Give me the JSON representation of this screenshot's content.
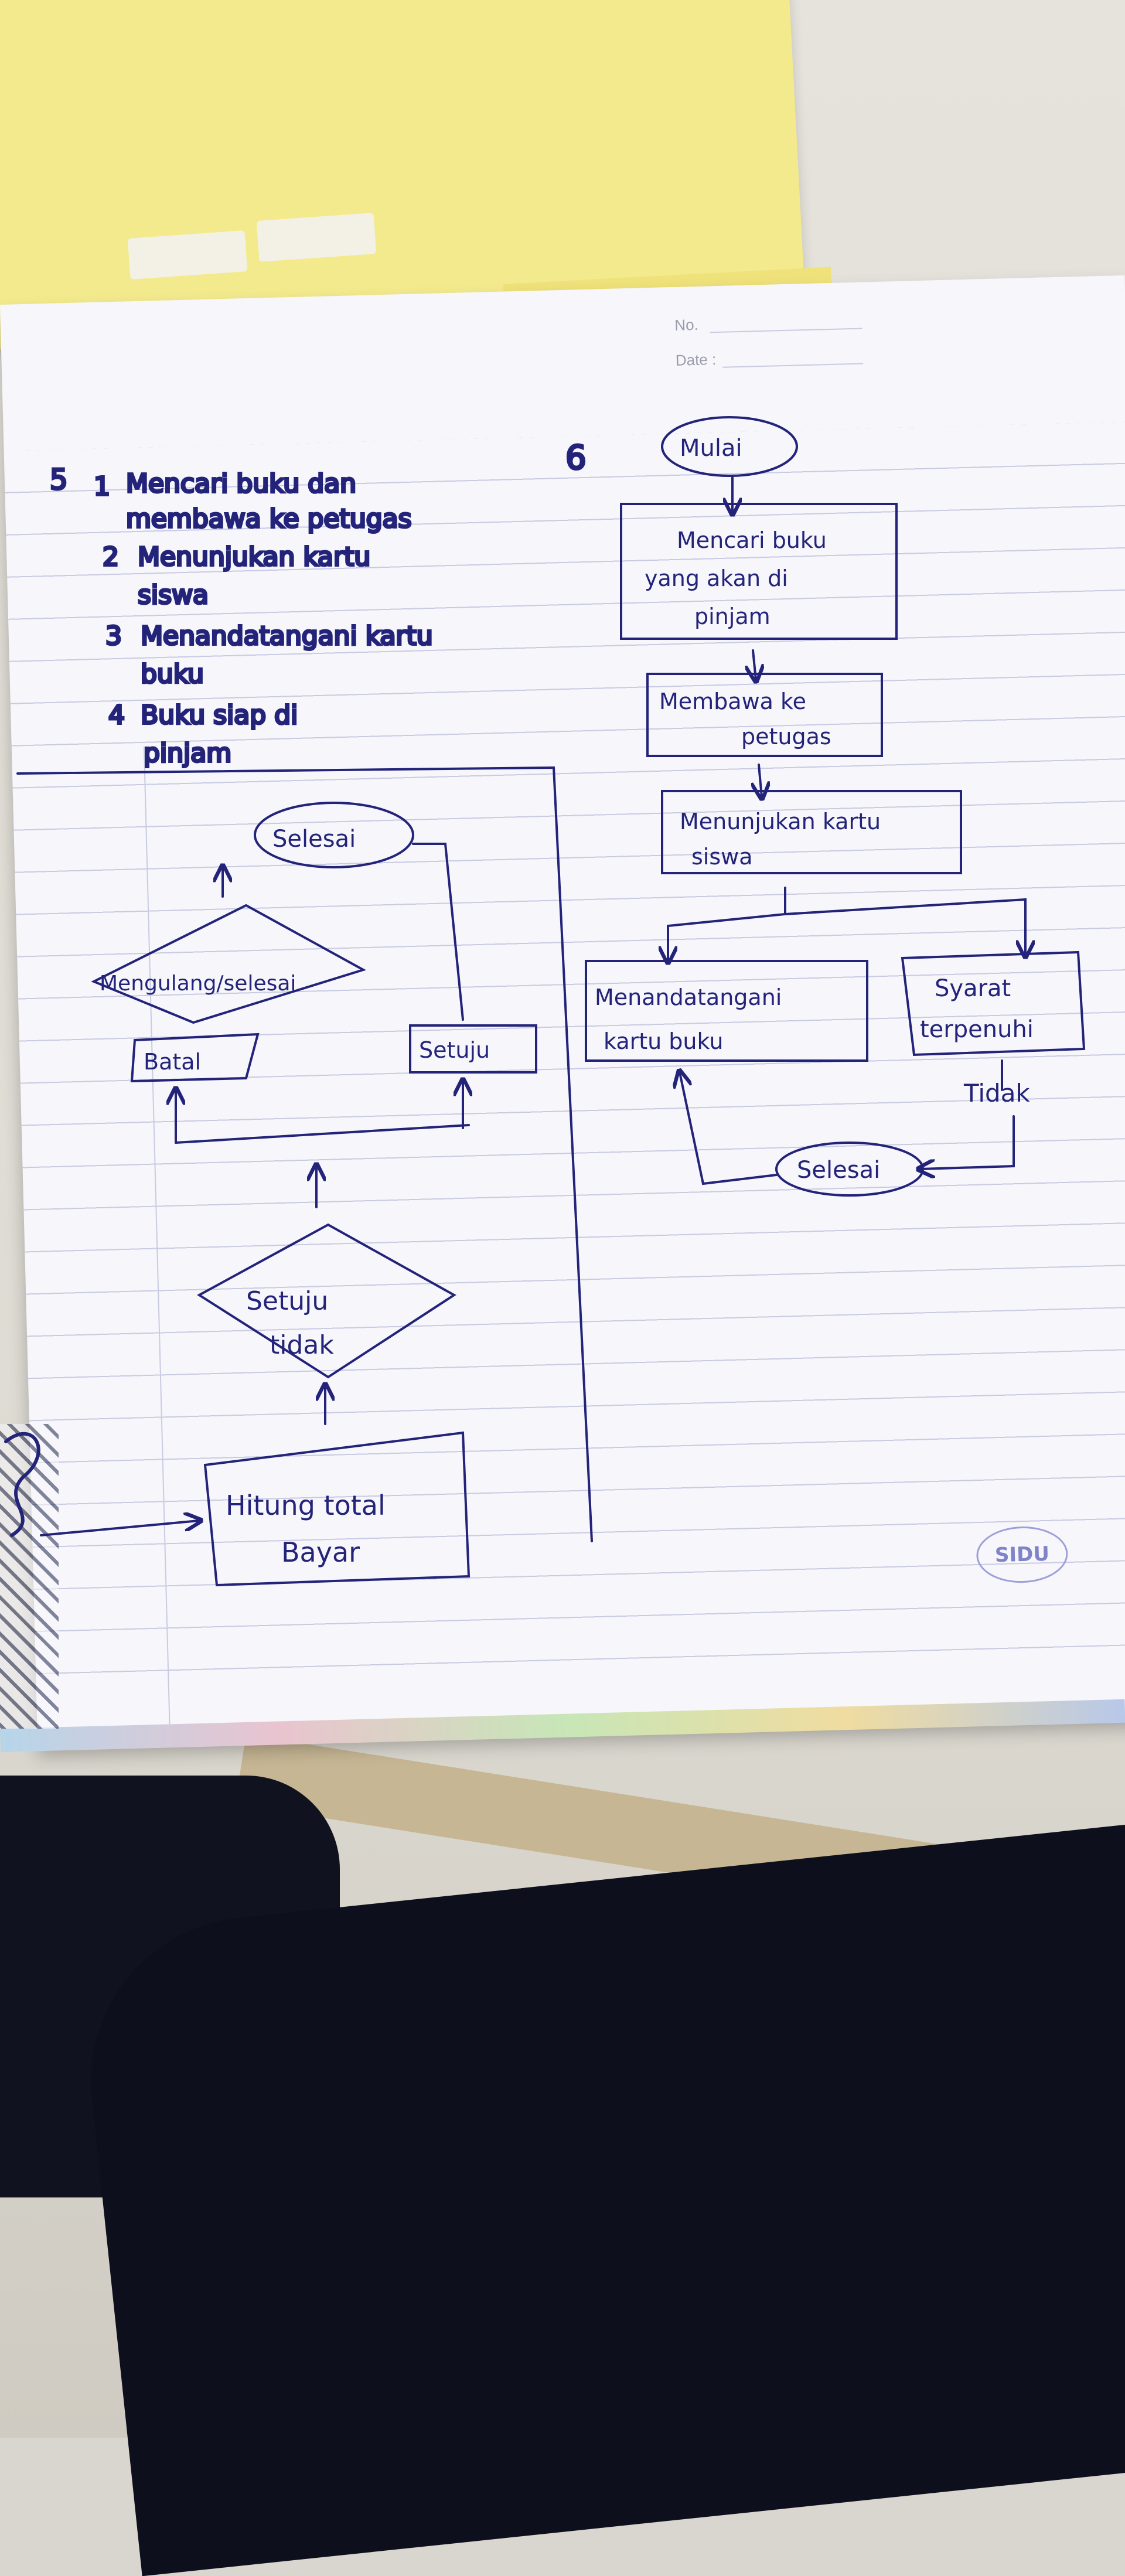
{
  "page_header": {
    "no_label": "No.",
    "date_label": "Date :"
  },
  "list_5": {
    "section_number": "5",
    "items": [
      {
        "number": "1",
        "line1": "Mencari buku dan",
        "line2": "membawa ke petugas"
      },
      {
        "number": "2",
        "line1": "Menunjukan kartu",
        "line2": "siswa"
      },
      {
        "number": "3",
        "line1": "Menandatangani kartu",
        "line2": "buku"
      },
      {
        "number": "4",
        "line1": "Buku siap di",
        "line2": "pinjam"
      }
    ]
  },
  "flowchart_6": {
    "section_number": "6",
    "start": "Mulai",
    "step1_line1": "Mencari buku",
    "step1_line2": "yang akan di",
    "step1_line3": "pinjam",
    "step2_line1": "Membawa ke",
    "step2_line2": "petugas",
    "step3_line1": "Menunjukan kartu",
    "step3_line2": "siswa",
    "step4_line1": "Menandatangani",
    "step4_line2": "kartu buku",
    "condition_line1": "Syarat",
    "condition_line2": "terpenuhi",
    "no_label": "Tidak",
    "end": "Selesai"
  },
  "flowchart_left": {
    "end": "Selesai",
    "decision_repeat": "Mengulang/selesai",
    "cancel": "Batal",
    "agree": "Setuju",
    "decision_agree_line1": "Setuju",
    "decision_agree_line2": "tidak",
    "calc_line1": "Hitung total",
    "calc_line2": "Bayar"
  },
  "stamp": "SIDU",
  "colors": {
    "ink": "#23237a",
    "paper": "#f6f6fb",
    "folder": "#f3ea8e",
    "fabric": "#0d0f1c"
  }
}
